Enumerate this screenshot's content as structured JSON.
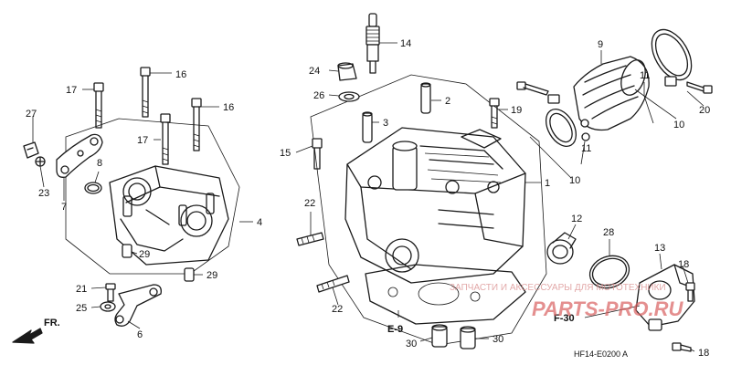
{
  "callouts": {
    "n27": "27",
    "n23": "23",
    "n7": "7",
    "n8": "8",
    "n17a": "17",
    "n16a": "16",
    "n16b": "16",
    "n17b": "17",
    "n4": "4",
    "n29a": "29",
    "n29b": "29",
    "n21": "21",
    "n25": "25",
    "n6": "6",
    "n24": "24",
    "n14": "14",
    "n26": "26",
    "n2": "2",
    "n3": "3",
    "n19": "19",
    "n15": "15",
    "n22a": "22",
    "n22b": "22",
    "n1": "1",
    "n9": "9",
    "n11a": "11",
    "n20": "20",
    "n10a": "10",
    "n11b": "11",
    "n10b": "10",
    "n12": "12",
    "n28": "28",
    "n13": "13",
    "n18a": "18",
    "n18b": "18",
    "n30a": "30",
    "n30b": "30"
  },
  "references": {
    "e9": "E-9",
    "f30": "F-30",
    "fr": "FR."
  },
  "diagram_code": "HF14-E0200 A",
  "watermark": {
    "line1": "ЗАПЧАСТИ И АКСЕССУАРЫ ДЛЯ МОТОТЕХНИКИ",
    "line2": "PARTS-PRO.RU"
  }
}
